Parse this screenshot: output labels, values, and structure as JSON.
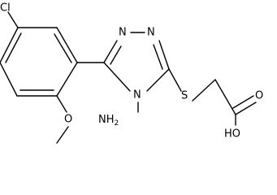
{
  "molecule": {
    "atom_labels": {
      "chlorine": "Cl",
      "triazole_n1": "N",
      "triazole_n2": "N",
      "triazole_n4": "N",
      "amino": "NH",
      "amino_subscript": "2",
      "methoxy_o": "O",
      "thioether_s": "S",
      "carbonyl_o": "O",
      "hydroxyl": "HO"
    }
  },
  "colors": {
    "bond": "#000000",
    "label": "#000000",
    "background": "#ffffff"
  }
}
